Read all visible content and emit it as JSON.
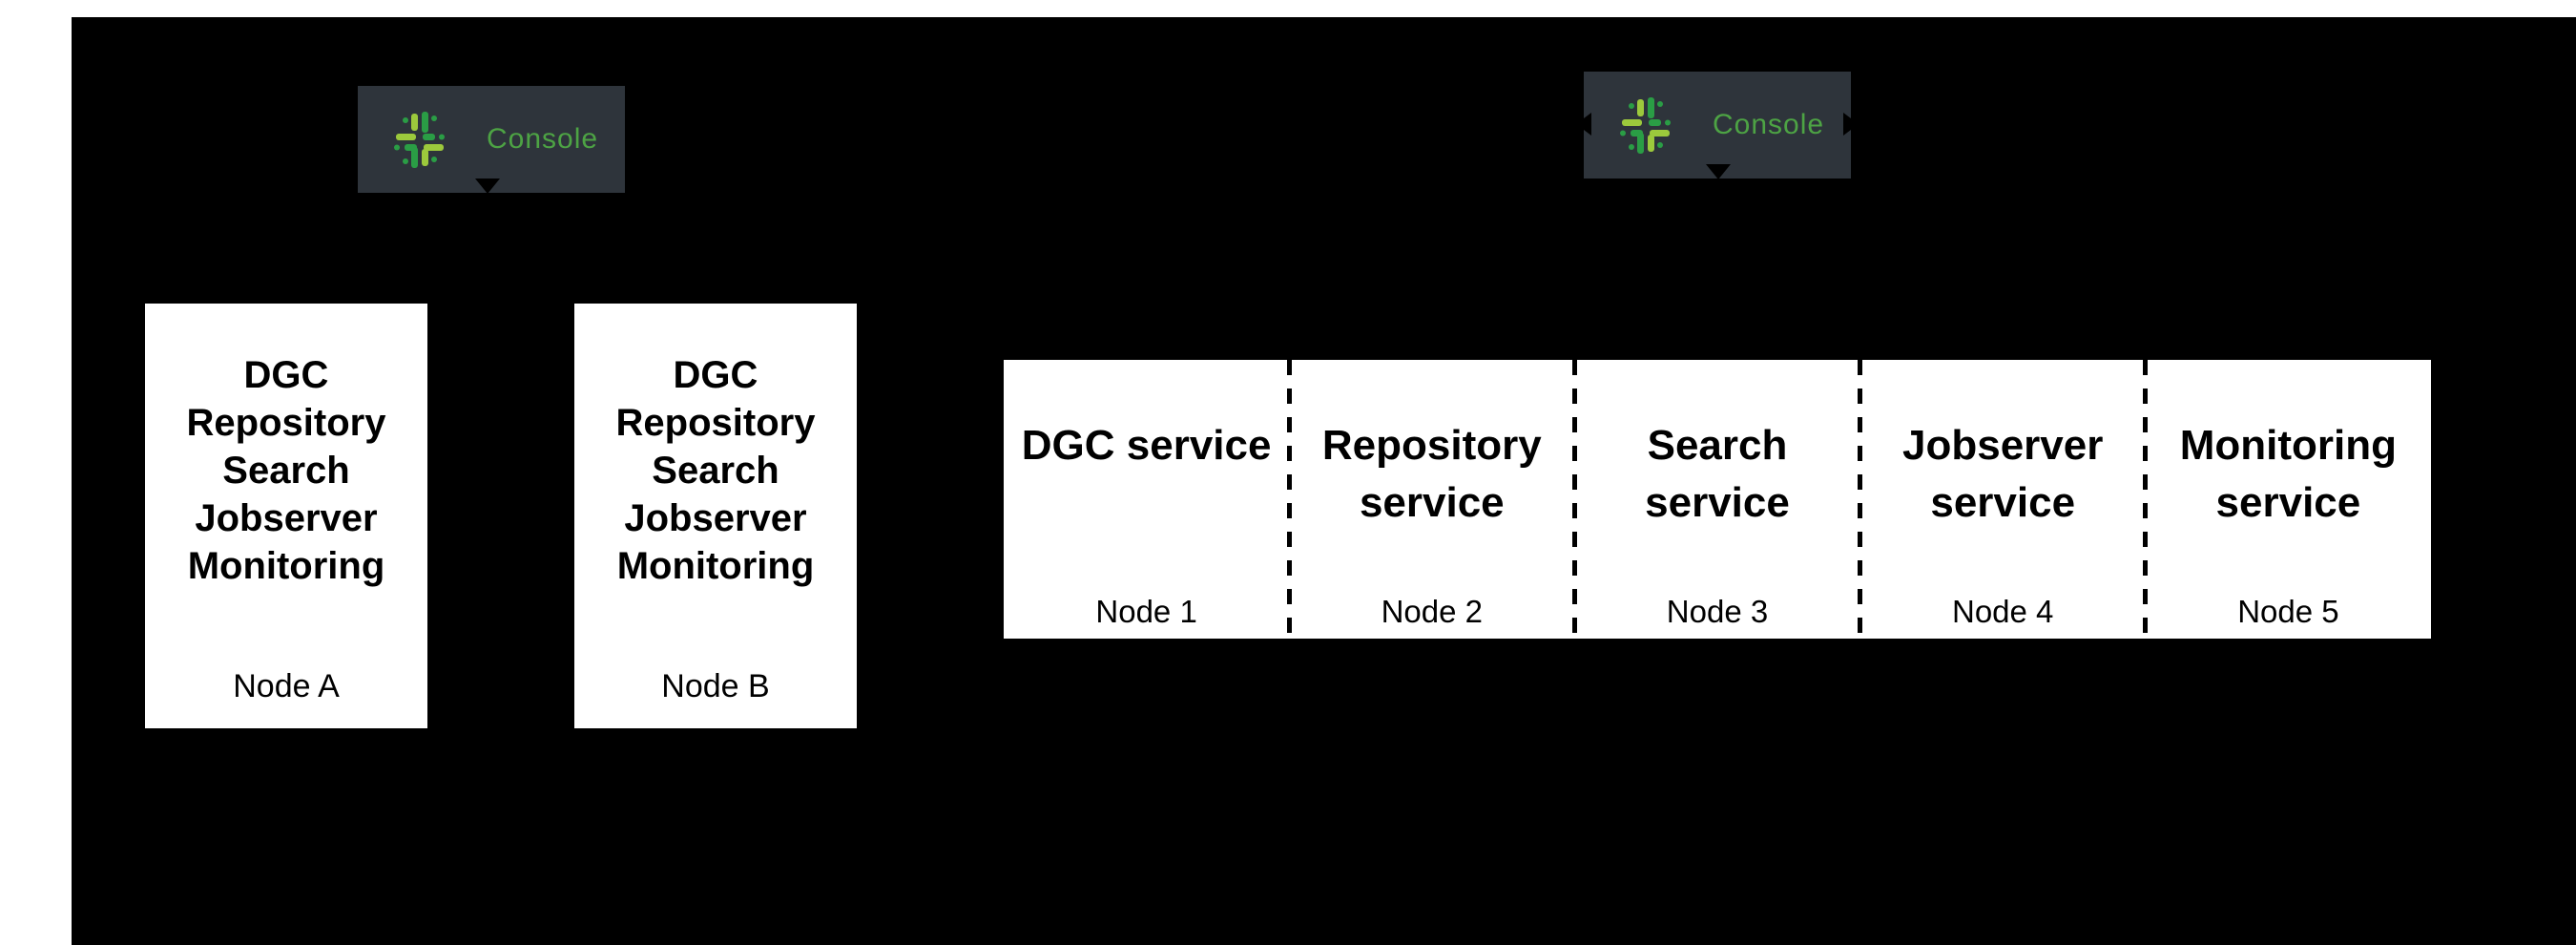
{
  "badges": {
    "left": {
      "label": "Console"
    },
    "right": {
      "label": "Console"
    }
  },
  "ha_nodes": [
    {
      "services": [
        "DGC",
        "Repository",
        "Search",
        "Jobserver",
        "Monitoring"
      ],
      "node": "Node A"
    },
    {
      "services": [
        "DGC",
        "Repository",
        "Search",
        "Jobserver",
        "Monitoring"
      ],
      "node": "Node B"
    }
  ],
  "service_nodes": [
    {
      "service": "DGC service",
      "node": "Node 1"
    },
    {
      "service": "Repository service",
      "node": "Node 2"
    },
    {
      "service": "Search service",
      "node": "Node 3"
    },
    {
      "service": "Jobserver service",
      "node": "Node 4"
    },
    {
      "service": "Monitoring service",
      "node": "Node 5"
    }
  ],
  "icons": {
    "console_logo": "collibra-dotted-cross",
    "arrow_tip": "black-triangle"
  },
  "colors": {
    "page_background": "#ffffff",
    "canvas_background": "#000000",
    "badge_background": "#2e343b",
    "console_text_green": "#4da344",
    "icon_green_light": "#9cc93c",
    "icon_green_dark": "#2a9d45",
    "box_background": "#ffffff",
    "box_text": "#000000"
  }
}
